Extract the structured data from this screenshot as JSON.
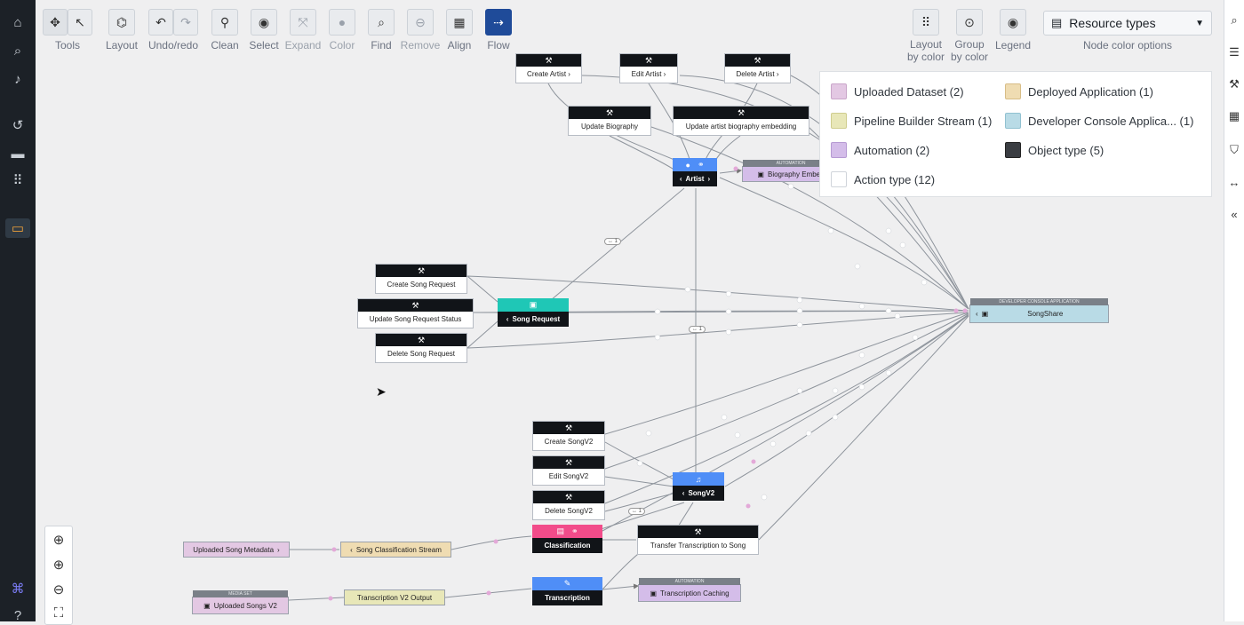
{
  "toolbar": {
    "tools": "Tools",
    "layout": "Layout",
    "undo_redo": "Undo/redo",
    "clean": "Clean",
    "select": "Select",
    "expand": "Expand",
    "color": "Color",
    "find": "Find",
    "remove": "Remove",
    "align": "Align",
    "flow": "Flow",
    "layout_by_color": "Layout by color",
    "group_by_color": "Group by color",
    "legend": "Legend",
    "resource_types": "Resource types",
    "node_color_options": "Node color options"
  },
  "legend": {
    "items": [
      {
        "label": "Uploaded Dataset (2)",
        "color": "#e3c8e3"
      },
      {
        "label": "Deployed Application (1)",
        "color": "#efdcb2"
      },
      {
        "label": "Pipeline Builder Stream (1)",
        "color": "#e8e7b8"
      },
      {
        "label": "Developer Console Applica... (1)",
        "color": "#b9dbe6"
      },
      {
        "label": "Automation (2)",
        "color": "#d4bde9"
      },
      {
        "label": "Object type (5)",
        "color": "#3a3d42"
      },
      {
        "label": "Action type (12)",
        "color": "#ffffff"
      }
    ]
  },
  "nodes": {
    "create_artist": "Create Artist",
    "edit_artist": "Edit Artist",
    "delete_artist": "Delete Artist",
    "update_biography": "Update Biography",
    "update_artist_bio_embedding": "Update artist biography embedding",
    "artist": "Artist",
    "biography_embed": "Biography Embed",
    "automation_cap": "AUTOMATION",
    "create_song_request": "Create Song Request",
    "update_song_request_status": "Update Song Request Status",
    "delete_song_request": "Delete Song Request",
    "song_request": "Song Request",
    "dev_console_cap": "DEVELOPER CONSOLE APPLICATION",
    "songshare": "SongShare",
    "create_songv2": "Create SongV2",
    "edit_songv2": "Edit SongV2",
    "delete_songv2": "Delete SongV2",
    "songv2": "SongV2",
    "classification": "Classification",
    "transfer_transcription": "Transfer Transcription to Song",
    "transcription": "Transcription",
    "transcription_caching": "Transcription Caching",
    "uploaded_song_metadata": "Uploaded Song Metadata",
    "song_classification_stream": "Song Classification Stream",
    "media_set_cap": "MEDIA SET",
    "uploaded_songs_v2": "Uploaded Songs V2",
    "transcription_v2_output": "Transcription V2 Output",
    "badge_1": "↔ 1",
    "badge_2": "↔ 1",
    "badge_3": "↔ 1"
  },
  "colors": {
    "object_blue": "#4f8ef7",
    "song_request_teal": "#1fc7b6",
    "classification_pink": "#f24c8a",
    "flow_active": "#1f4b99"
  }
}
